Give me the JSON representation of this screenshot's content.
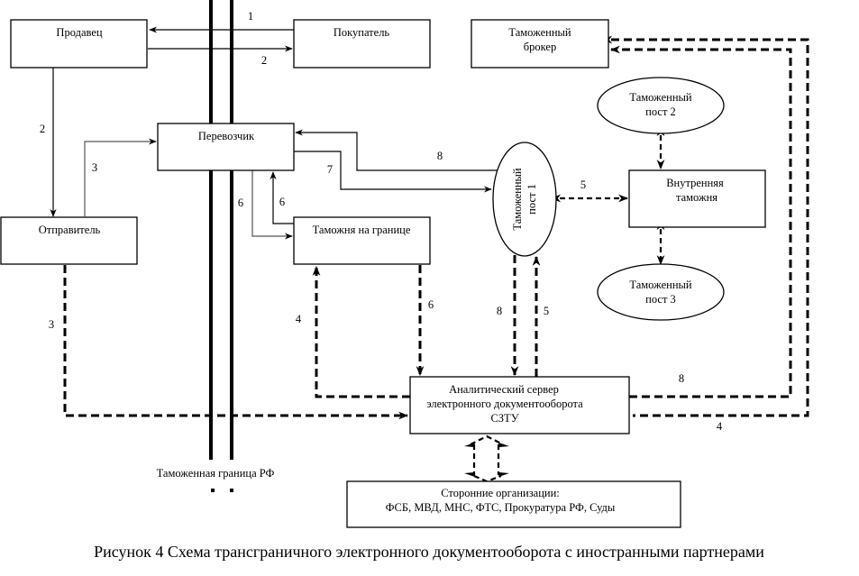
{
  "nodes": {
    "seller": "Продавец",
    "buyer": "Покупатель",
    "broker_line1": "Таможенный",
    "broker_line2": "брокер",
    "carrier": "Перевозчик",
    "sender": "Отправитель",
    "border_customs": "Таможня на границе",
    "post1_line1": "Таможенный",
    "post1_line2": "пост 1",
    "post2_line1": "Таможенный",
    "post2_line2": "пост 2",
    "post3_line1": "Таможенный",
    "post3_line2": "пост 3",
    "inner_customs_line1": "Внутренняя",
    "inner_customs_line2": "таможня",
    "server_line1": "Аналитический сервер",
    "server_line2": "электронного документооборота",
    "server_line3": "СЗТУ",
    "third_parties_line1": "Сторонние организации:",
    "third_parties_line2": "ФСБ, МВД, МНС, ФТС, Прокуратура РФ, Суды"
  },
  "border_label": "Таможенная граница РФ",
  "edge_labels": {
    "buyer_to_seller": "1",
    "seller_to_buyer": "2",
    "seller_to_sender": "2",
    "sender_to_carrier": "3",
    "sender_to_server": "3",
    "carrier_to_border": "6",
    "border_to_carrier": "6",
    "carrier_to_post1": "7",
    "post1_to_carrier": "8",
    "border_to_server": "6",
    "server_to_border": "4",
    "post1_to_server": "8",
    "server_to_post1": "5",
    "post1_inner": "5",
    "server_to_broker": "8",
    "broker_to_server": "4"
  },
  "caption": "Рисунок 4 Схема трансграничного электронного документооборота с иностранными партнерами"
}
